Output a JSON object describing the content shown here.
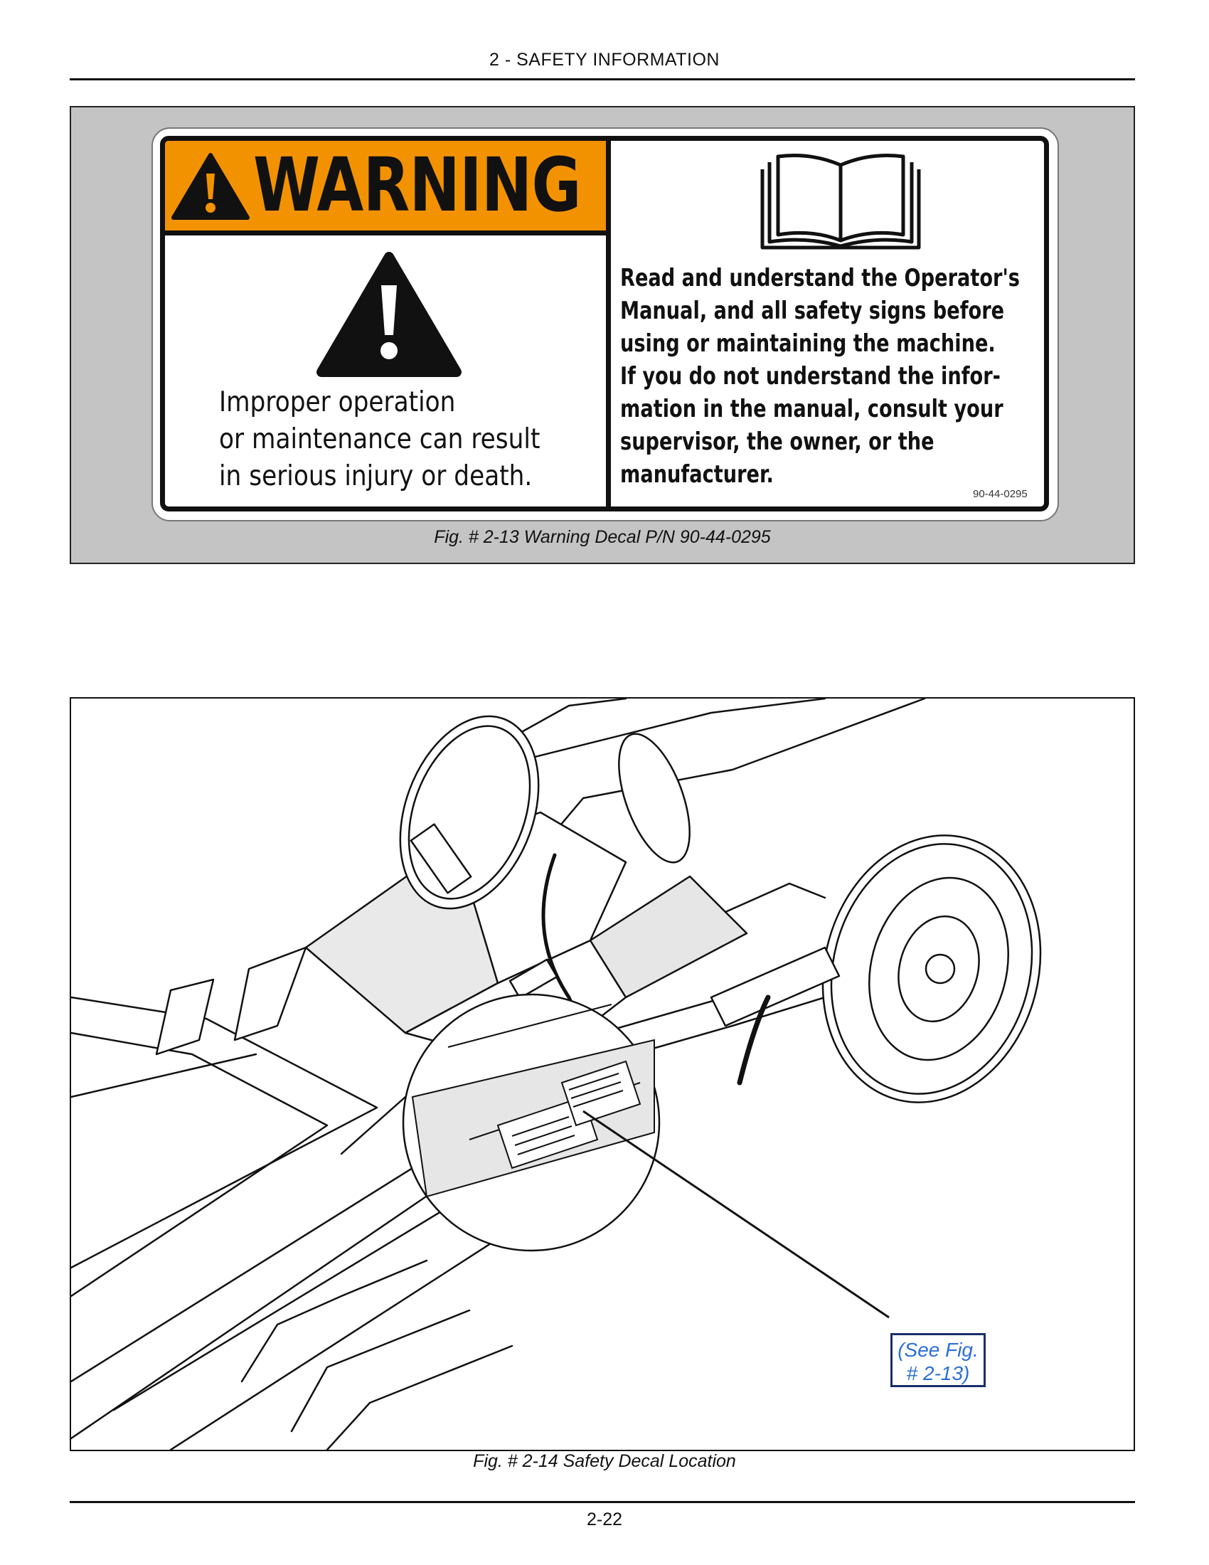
{
  "header": {
    "section": "2 - SAFETY INFORMATION"
  },
  "figure1": {
    "decal": {
      "signal_word": "WARNING",
      "hazard_lines": [
        "Improper operation",
        "or maintenance can result",
        "in serious injury or death."
      ],
      "instruction_lines": [
        "Read and understand the Operator's",
        "Manual, and all safety signs before",
        "using or maintaining the machine.",
        "If you do not understand the infor-",
        "mation in the manual, consult your",
        "supervisor, the owner, or the",
        "manufacturer."
      ],
      "part_number": "90-44-0295",
      "band_color": "#f39200"
    },
    "caption": "Fig. # 2-13 Warning Decal P/N 90-44-0295"
  },
  "figure2": {
    "callout": {
      "line1": "(See Fig.",
      "line2": "# 2-13)"
    },
    "caption": "Fig. # 2-14 Safety Decal Location"
  },
  "footer": {
    "page_number": "2-22"
  }
}
